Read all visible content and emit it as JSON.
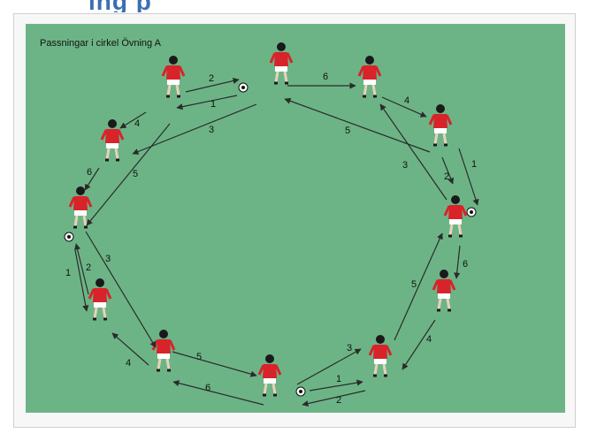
{
  "heading_fragment": "ing p",
  "diagram": {
    "title": "Passningar i cirkel Övning A"
  },
  "arrow_labels": [
    {
      "id": "top-left-upper",
      "text": "2"
    },
    {
      "id": "top-left-lower",
      "text": "1"
    },
    {
      "id": "top-left-long",
      "text": "3"
    },
    {
      "id": "left-upper-a",
      "text": "4"
    },
    {
      "id": "left-upper-b",
      "text": "5"
    },
    {
      "id": "left-mid",
      "text": "6"
    },
    {
      "id": "top-right-across",
      "text": "6"
    },
    {
      "id": "top-right-diag",
      "text": "4"
    },
    {
      "id": "top-right-long",
      "text": "5"
    },
    {
      "id": "right-upper",
      "text": "1"
    },
    {
      "id": "right-mid",
      "text": "2"
    },
    {
      "id": "right-long",
      "text": "3"
    },
    {
      "id": "right-lower",
      "text": "6"
    },
    {
      "id": "bottom-right-long",
      "text": "5"
    },
    {
      "id": "bottom-right-a",
      "text": "4"
    },
    {
      "id": "bottom-a",
      "text": "3"
    },
    {
      "id": "bottom-b",
      "text": "1"
    },
    {
      "id": "bottom-c",
      "text": "2"
    },
    {
      "id": "bottom-left-a",
      "text": "5"
    },
    {
      "id": "bottom-left-b",
      "text": "6"
    },
    {
      "id": "bottom-left-c",
      "text": "4"
    },
    {
      "id": "left-lower-a",
      "text": "1"
    },
    {
      "id": "left-lower-b",
      "text": "2"
    },
    {
      "id": "left-lower-c",
      "text": "3"
    }
  ],
  "colors": {
    "field": "#6cb486",
    "shirt": "#d8232a",
    "shorts": "#ffffff",
    "arrow": "#2b2b2b"
  }
}
